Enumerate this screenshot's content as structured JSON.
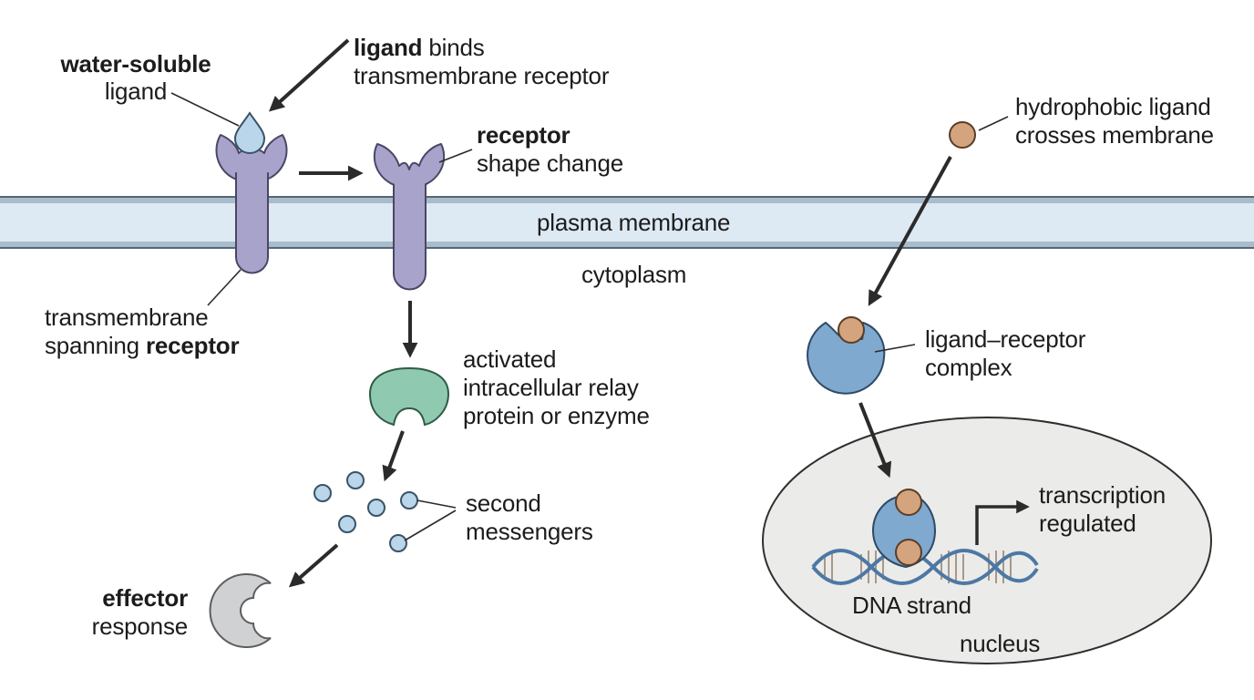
{
  "colors": {
    "membrane_fill": "#dde9f3",
    "membrane_edge": "#556677",
    "receptor": "#a8a3cb",
    "receptor_edge": "#4a4666",
    "relay_protein": "#8fcab0",
    "effector": "#cfd1d3",
    "messenger": "#b9d6ea",
    "hydrophobic_ligand": "#d3a47d",
    "complex_receptor": "#7fa9cf",
    "nucleus_fill": "#ebebea",
    "dna_strand": "#4d78a4",
    "arrow": "#2b2b2b"
  },
  "labels": {
    "water_soluble": {
      "bold": "water-soluble",
      "text": "ligand"
    },
    "ligand_binds": {
      "bold": "ligand",
      "text1": " binds",
      "text2": "transmembrane receptor"
    },
    "receptor_shape": {
      "bold": "receptor",
      "text": "shape change"
    },
    "hydrophobic": {
      "line1": "hydrophobic ligand",
      "line2": "crosses membrane"
    },
    "membrane": "plasma membrane",
    "cytoplasm": "cytoplasm",
    "transmembrane": {
      "line1": "transmembrane",
      "text": "spanning ",
      "bold": "receptor"
    },
    "relay": {
      "line1": "activated",
      "line2": "intracellular relay",
      "line3": "protein or enzyme"
    },
    "complex": {
      "line1": "ligand–receptor",
      "line2": "complex"
    },
    "second_messengers": {
      "line1": "second",
      "line2": "messengers"
    },
    "effector": {
      "bold": "effector",
      "text": "response"
    },
    "transcription": {
      "line1": "transcription",
      "line2": "regulated"
    },
    "dna": "DNA strand",
    "nucleus": "nucleus"
  }
}
